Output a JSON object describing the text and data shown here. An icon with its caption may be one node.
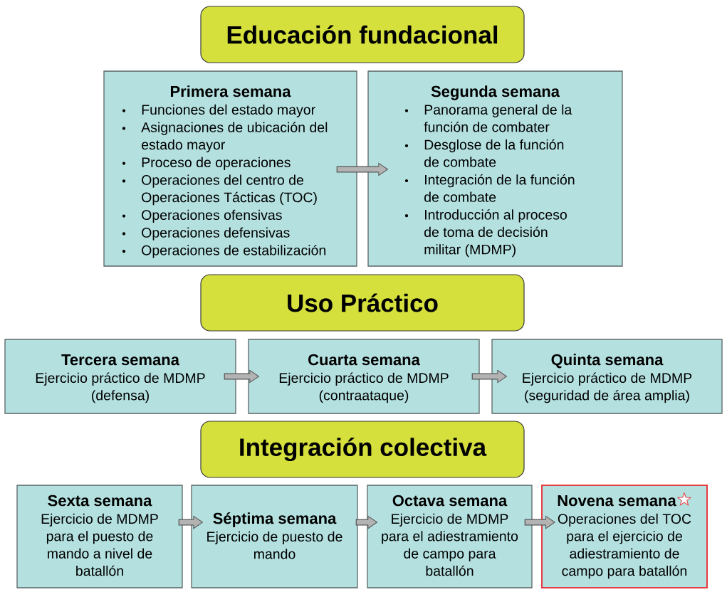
{
  "diagram": {
    "nodes": [
      {
        "text": [
          "Educación fundacional"
        ]
      },
      {
        "text": [
          "Primera semana",
          "Funciones del estado mayor",
          "Asignaciones de ubicación del estado mayor",
          "Proceso de operaciones",
          "Operaciones del centro de Operaciones Tácticas (TOC)",
          "Operaciones ofensivas",
          "Operaciones defensivas",
          "Operaciones de estabilización"
        ]
      },
      {
        "text": [
          "Segunda semana",
          "Panorama general de la función de combater",
          "Desglose de la función de combate",
          "Integración de la función de combate",
          "Introducción al proceso de toma de decisión militar (MDMP)"
        ]
      },
      {
        "text": [
          "Uso Práctico"
        ]
      },
      {
        "text": [
          "Tercera semana",
          "Ejercicio práctico de MDMP (defensa)"
        ]
      },
      {
        "text": [
          "Cuarta semana",
          "Ejercicio práctico de MDMP (contraataque)"
        ]
      },
      {
        "text": [
          "Quinta semana",
          "Ejercicio práctico de MDMP (seguridad de área amplia)"
        ]
      },
      {
        "text": [
          "Integración colectiva"
        ]
      },
      {
        "text": [
          "Sexta semana",
          "Ejercicio de MDMP para el puesto de mando a nivel de batallón"
        ]
      },
      {
        "text": [
          "Séptima semana",
          "Ejercicio de puesto de mando"
        ]
      },
      {
        "text": [
          "Octava semana",
          "Ejercicio de MDMP para el adiestramiento de campo para batallón"
        ]
      },
      {
        "text": [
          "Novena semana",
          "Operaciones del TOC para el ejercicio de adiestramiento de campo para batallón"
        ]
      }
    ],
    "edges": [
      {
        "from": 1,
        "to": 2,
        "arrow": "to"
      },
      {
        "from": 4,
        "to": 5,
        "arrow": "to"
      },
      {
        "from": 5,
        "to": 6,
        "arrow": "to"
      },
      {
        "from": 8,
        "to": 9,
        "arrow": "to"
      },
      {
        "from": 9,
        "to": 10,
        "arrow": "to"
      },
      {
        "from": 10,
        "to": 11,
        "arrow": "to"
      }
    ]
  }
}
